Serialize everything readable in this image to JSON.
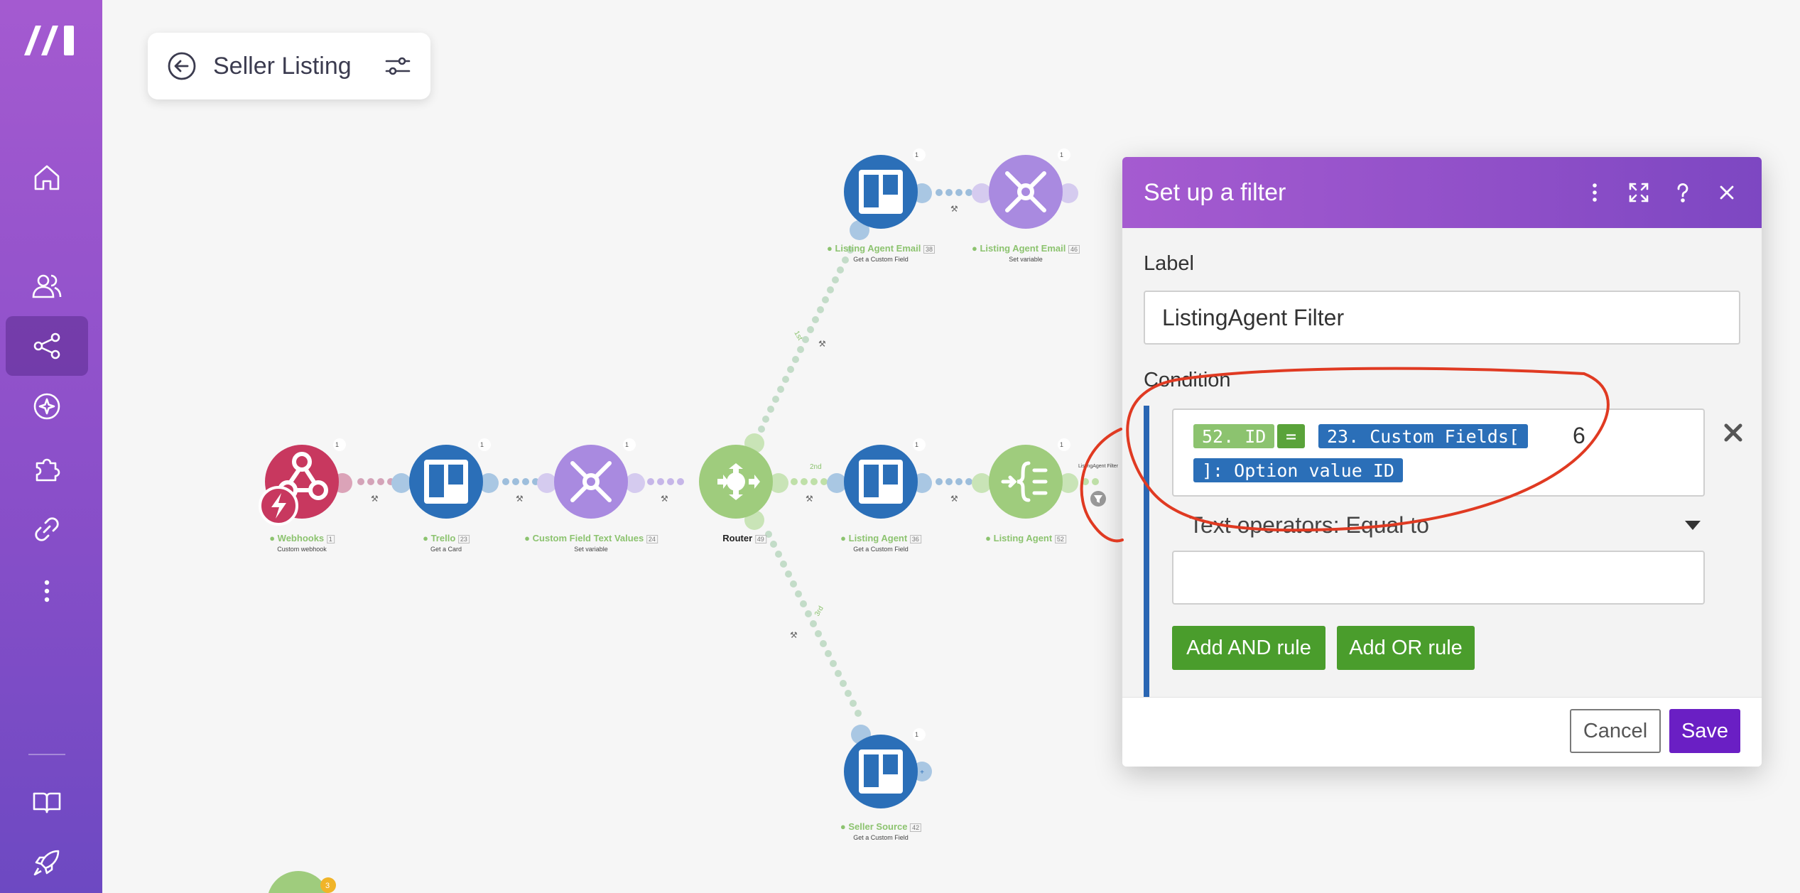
{
  "scenario": {
    "title": "Seller Listing"
  },
  "nodes": [
    {
      "id": "webhooks",
      "label": "Webhooks",
      "index": "1",
      "sub": "Custom webhook",
      "ops": "1"
    },
    {
      "id": "trello",
      "label": "Trello",
      "index": "23",
      "sub": "Get a Card",
      "ops": "1"
    },
    {
      "id": "cftv",
      "label": "Custom Field Text Values",
      "index": "24",
      "sub": "Set variable",
      "ops": "1"
    },
    {
      "id": "router",
      "label": "Router",
      "index": "49"
    },
    {
      "id": "lae1",
      "label": "Listing Agent Email",
      "index": "38",
      "sub": "Get a Custom Field",
      "ops": "1"
    },
    {
      "id": "lae2",
      "label": "Listing Agent Email",
      "index": "46",
      "sub": "Set variable",
      "ops": "1"
    },
    {
      "id": "la1",
      "label": "Listing Agent",
      "index": "36",
      "sub": "Get a Custom Field",
      "ops": "1"
    },
    {
      "id": "la2",
      "label": "Listing Agent",
      "index": "52",
      "ops": "1"
    },
    {
      "id": "ss",
      "label": "Seller Source",
      "index": "42",
      "sub": "Get a Custom Field",
      "ops": "1"
    }
  ],
  "routes": {
    "first": "1st",
    "second": "2nd",
    "third": "3rd"
  },
  "filter_tag": "ListingAgent Filter",
  "bottom_badge": "3",
  "panel": {
    "title": "Set up a filter",
    "label_caption": "Label",
    "label_value": "ListingAgent Filter",
    "condition_caption": "Condition",
    "cond_pill_1": "52. ID",
    "cond_pill_eq": "=",
    "cond_pill_2": "23. Custom Fields[",
    "cond_text": "6",
    "cond_pill_3": "]: Option value ID",
    "operator": "Text operators: Equal to",
    "value_2": "",
    "add_and": "Add AND rule",
    "add_or": "Add OR rule",
    "cancel": "Cancel",
    "save": "Save"
  }
}
